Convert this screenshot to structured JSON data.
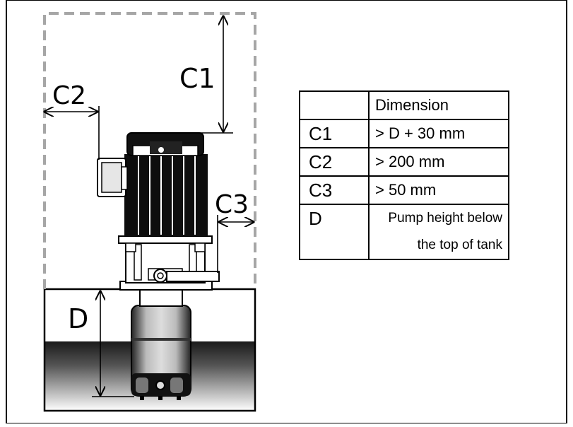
{
  "diagram": {
    "labels": {
      "c1": "C1",
      "c2": "C2",
      "c3": "C3",
      "d": "D"
    }
  },
  "table": {
    "header": [
      "",
      "Dimension"
    ],
    "rows": [
      {
        "symbol": "C1",
        "value": "> D + 30 mm"
      },
      {
        "symbol": "C2",
        "value": "> 200 mm"
      },
      {
        "symbol": "C3",
        "value": "> 50 mm"
      },
      {
        "symbol": "D",
        "value_lines": [
          "Pump height below",
          "the top of tank"
        ]
      }
    ]
  },
  "colors": {
    "clearance_outline": "#a6a6a6",
    "motor_body": "#0d0d0d",
    "motor_highlight": "#ffffff",
    "liquid_dark": "#1a1a1a",
    "liquid_light": "#ffffff"
  }
}
